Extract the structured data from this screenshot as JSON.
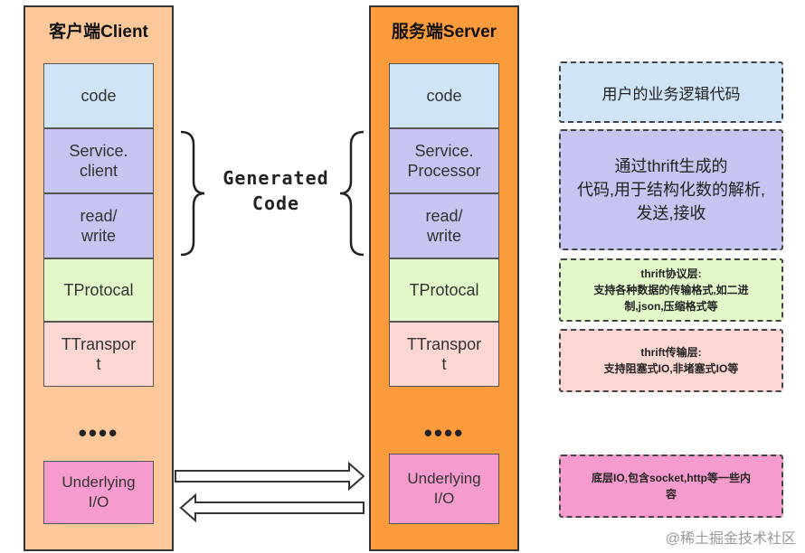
{
  "client": {
    "title": "客户端Client",
    "layers": {
      "code": "code",
      "service_1": "Service.",
      "service_2": "client",
      "rw_1": "read/",
      "rw_2": "write",
      "protocol": "TProtocal",
      "transport_1": "TTranspor",
      "transport_2": "t",
      "io_1": "Underlying",
      "io_2": "I/O"
    },
    "dots": "••••"
  },
  "server": {
    "title": "服务端Server",
    "layers": {
      "code": "code",
      "service_1": "Service.",
      "service_2": "Processor",
      "rw_1": "read/",
      "rw_2": "write",
      "protocol": "TProtocal",
      "transport_1": "TTranspor",
      "transport_2": "t",
      "io_1": "Underlying",
      "io_2": "I/O"
    },
    "dots": "••••"
  },
  "generated": {
    "line_1": "Generated",
    "line_2": "Code"
  },
  "notes": {
    "code": "用户的业务逻辑代码",
    "generated_1": "通过thrift生成的",
    "generated_2": "代码,用于结构化数的解析,",
    "generated_3": "发送,接收",
    "protocol_1": "thrift协议层:",
    "protocol_2": "支持各种数据的传输格式,如二进",
    "protocol_3": "制,json,压缩格式等",
    "transport_1": "thrift传输层:",
    "transport_2": "支持阻塞式IO,非堵塞式IO等",
    "io_1": "底层IO,包含socket,http等一些内",
    "io_2": "容"
  },
  "watermark": "@稀土掘金技术社区",
  "colors": {
    "client_bg": "#fcc89a",
    "server_bg": "#fb9b3c",
    "code": "#cfe4f7",
    "service": "#c6c5f2",
    "protocol": "#e2f8c9",
    "transport": "#fbd6d3",
    "io": "#f69bcd"
  }
}
